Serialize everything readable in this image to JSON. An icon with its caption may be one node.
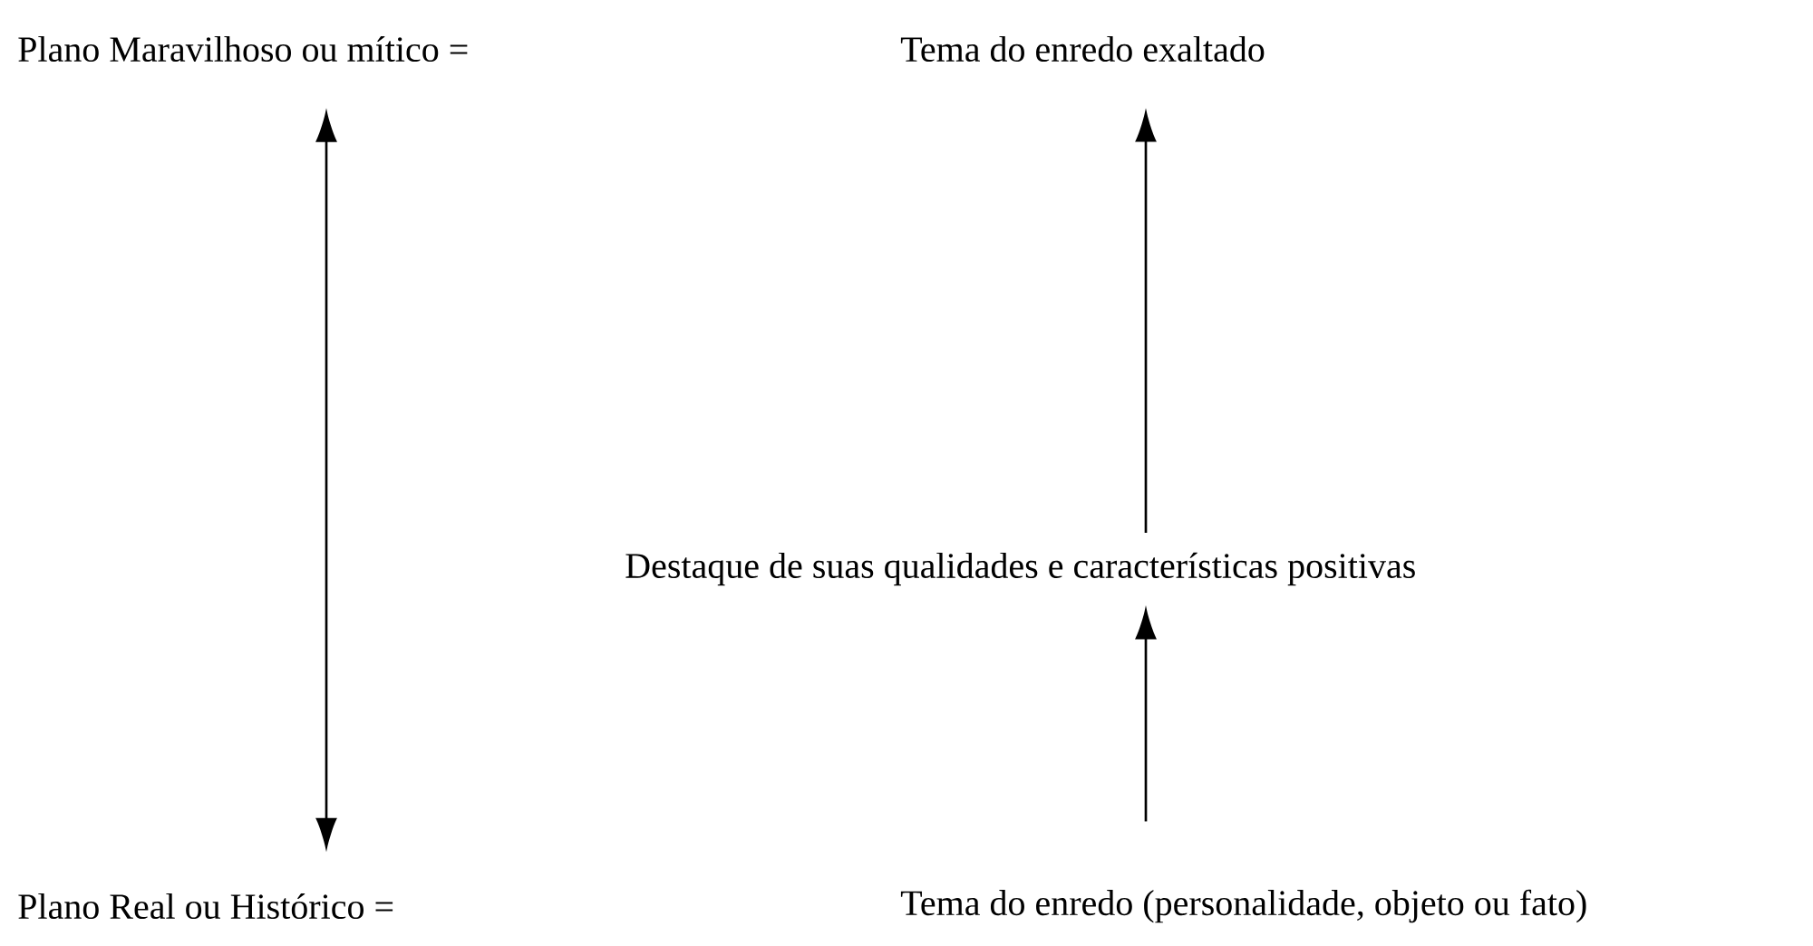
{
  "diagram": {
    "nodes": [
      {
        "text": [
          "Plano Maravilhoso ou mítico ="
        ]
      },
      {
        "text": [
          "Tema do enredo exaltado"
        ]
      },
      {
        "text": [
          "Destaque de suas qualidades e características positivas"
        ]
      },
      {
        "text": [
          "Plano Real ou Histórico ="
        ]
      },
      {
        "text": [
          "Tema do enredo (personalidade, objeto ou fato)"
        ]
      }
    ],
    "edges": [
      {
        "from": 0,
        "to": 3,
        "arrow": "both"
      },
      {
        "from": 2,
        "to": 1,
        "arrow": "to"
      },
      {
        "from": 4,
        "to": 2,
        "arrow": "to"
      }
    ]
  }
}
